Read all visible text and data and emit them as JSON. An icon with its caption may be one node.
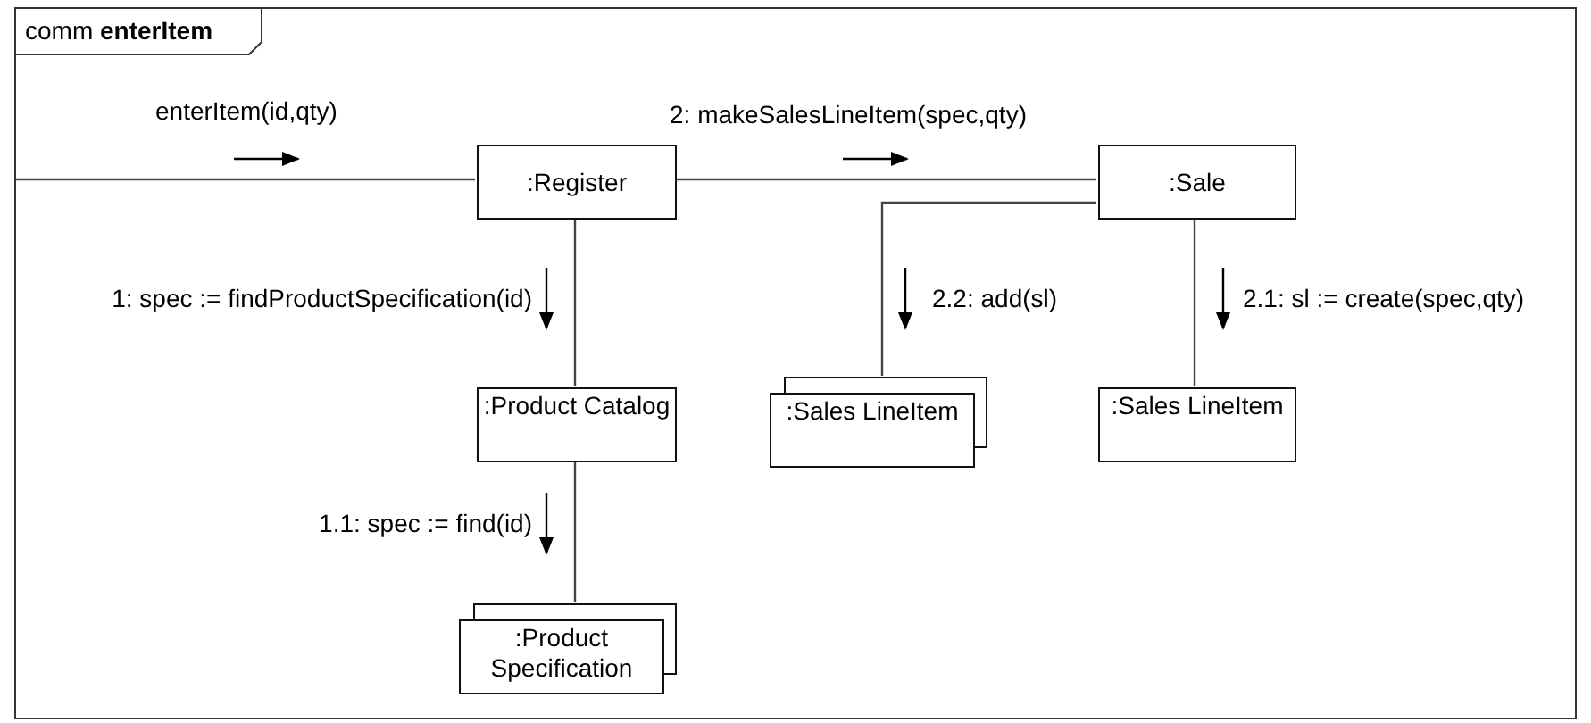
{
  "diagram": {
    "nodes": [
      {
        "text": [
          "comm **enterItem**"
        ]
      },
      {
        "text": [
          ":Register"
        ],
        "in": 0
      },
      {
        "text": [
          ":Sale"
        ],
        "in": 0
      },
      {
        "text": [
          ":Product Catalog"
        ],
        "in": 0
      },
      {
        "text": [
          ":Sales LineItem"
        ],
        "in": 0
      },
      {
        "text": [
          ":Sales LineItem"
        ],
        "in": 0
      },
      {
        "text": [
          ":Product Specification"
        ],
        "in": 0
      }
    ],
    "edges": [
      {
        "from": null,
        "to": 1,
        "arrow": "none",
        "label": "enterItem(id,qty)"
      },
      {
        "from": 1,
        "to": 2,
        "arrow": "none",
        "label": "2: makeSalesLineItem(spec,qty)"
      },
      {
        "from": 1,
        "to": 3,
        "arrow": "none",
        "label": "1: spec := findProductSpecification(id)"
      },
      {
        "from": 2,
        "to": 4,
        "arrow": "none",
        "label": "2.2: add(sl)"
      },
      {
        "from": 2,
        "to": 5,
        "arrow": "none",
        "label": "2.1: sl := create(spec,qty)"
      },
      {
        "from": 3,
        "to": 6,
        "arrow": "none",
        "label": "1.1: spec := find(id)"
      }
    ]
  }
}
